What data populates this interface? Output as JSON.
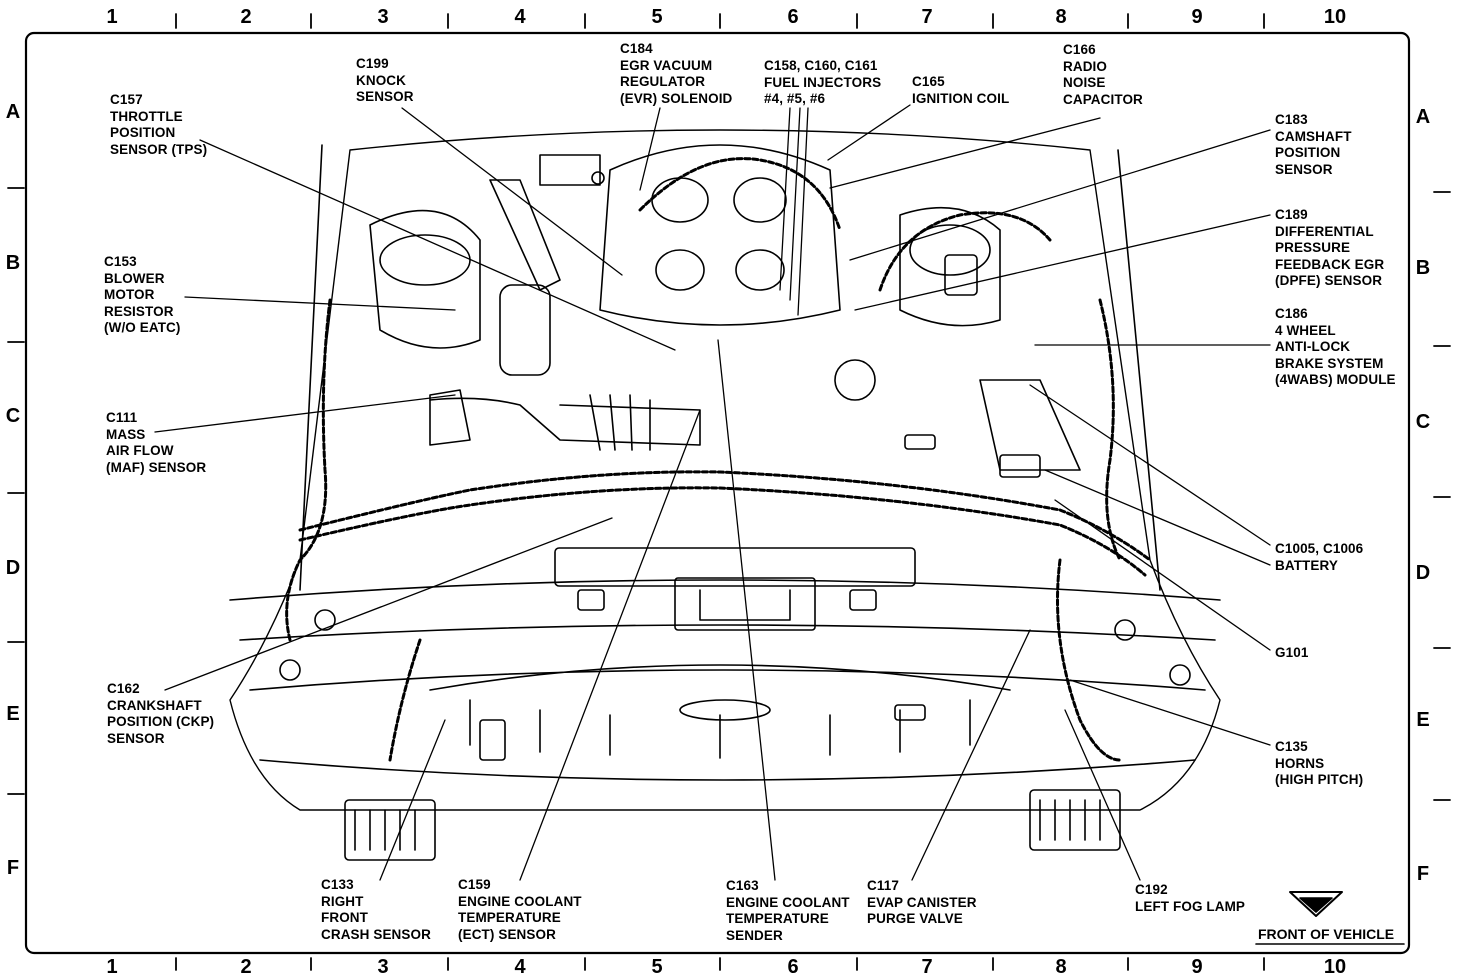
{
  "grid": {
    "columns": [
      "1",
      "2",
      "3",
      "4",
      "5",
      "6",
      "7",
      "8",
      "9",
      "10"
    ],
    "rows": [
      "A",
      "B",
      "C",
      "D",
      "E",
      "F"
    ]
  },
  "callouts": {
    "c157": [
      "C157",
      "THROTTLE",
      "POSITION",
      "SENSOR (TPS)"
    ],
    "c199": [
      "C199",
      "KNOCK",
      "SENSOR"
    ],
    "c184": [
      "C184",
      "EGR VACUUM",
      "REGULATOR",
      "(EVR) SOLENOID"
    ],
    "c158": [
      "C158, C160, C161",
      "FUEL INJECTORS",
      "#4, #5, #6"
    ],
    "c165": [
      "C165",
      "IGNITION COIL"
    ],
    "c166": [
      "C166",
      "RADIO",
      "NOISE",
      "CAPACITOR"
    ],
    "c183": [
      "C183",
      "CAMSHAFT",
      "POSITION",
      "SENSOR"
    ],
    "c189": [
      "C189",
      "DIFFERENTIAL",
      "PRESSURE",
      "FEEDBACK EGR",
      "(DPFE) SENSOR"
    ],
    "c186": [
      "C186",
      "4 WHEEL",
      "ANTI-LOCK",
      "BRAKE SYSTEM",
      "(4WABS) MODULE"
    ],
    "c153": [
      "C153",
      "BLOWER",
      "MOTOR",
      "RESISTOR",
      "(W/O EATC)"
    ],
    "c111": [
      "C111",
      "MASS",
      "AIR FLOW",
      "(MAF) SENSOR"
    ],
    "c1005": [
      "C1005, C1006",
      "BATTERY"
    ],
    "g101": [
      "G101"
    ],
    "c162": [
      "C162",
      "CRANKSHAFT",
      "POSITION (CKP)",
      "SENSOR"
    ],
    "c135": [
      "C135",
      "HORNS",
      "(HIGH PITCH)"
    ],
    "c133": [
      "C133",
      "RIGHT",
      "FRONT",
      "CRASH SENSOR"
    ],
    "c159": [
      "C159",
      "ENGINE COOLANT",
      "TEMPERATURE",
      "(ECT) SENSOR"
    ],
    "c163": [
      "C163",
      "ENGINE COOLANT",
      "TEMPERATURE",
      "SENDER"
    ],
    "c117": [
      "C117",
      "EVAP CANISTER",
      "PURGE VALVE"
    ],
    "c192": [
      "C192",
      "LEFT FOG LAMP"
    ]
  },
  "front_label": "FRONT OF VEHICLE",
  "colors": {
    "ink": "#000000",
    "paper": "#ffffff"
  }
}
